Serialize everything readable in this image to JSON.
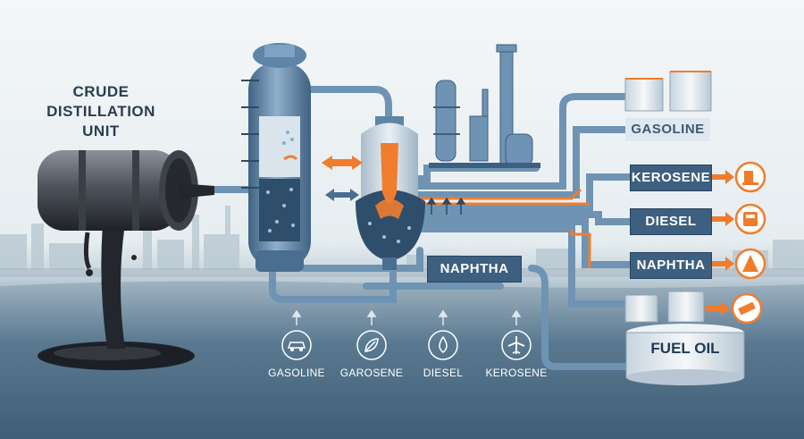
{
  "title": {
    "line1": "CRUDE",
    "line2": "DISTILLATION",
    "line3": "UNIT"
  },
  "outputs": {
    "gasoline": "GASOLINE",
    "kerosene": "KEROSENE",
    "diesel": "DIESEL",
    "naphtha": "NAPHTHA",
    "fuel_oil": "FUEL OIL"
  },
  "center_label": "NAPHTHA",
  "bottom_labels": [
    "GASOLINE",
    "GAROSENE",
    "DIESEL",
    "KEROSENE"
  ],
  "icons": {
    "bottom": [
      "car-icon",
      "leaf-icon",
      "oil-drop-icon",
      "airplane-icon"
    ],
    "right": [
      "gas-station-icon",
      "fuel-can-icon",
      "oil-flask-icon",
      "fuel-hose-icon"
    ]
  },
  "colors": {
    "accent": "#ef7d2d",
    "pipe": "#5f84a6",
    "tank": "#4f7495",
    "label_bg": "#3d5f80",
    "crude": "#1e2228"
  }
}
